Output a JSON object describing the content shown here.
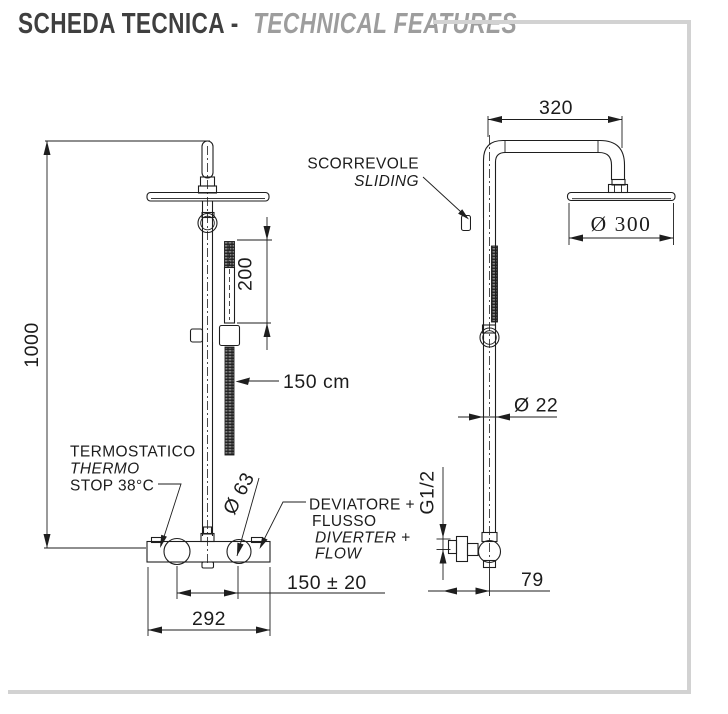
{
  "header": {
    "title_it": "SCHEDA TECNICA -",
    "title_en": "TECHNICAL FEATURES"
  },
  "front_view": {
    "dim_height": "1000",
    "dim_handshower": "200",
    "hose_label": "150 cm",
    "thermo_label_1": "TERMOSTATICO",
    "thermo_label_2": "THERMO",
    "thermo_label_3": "STOP 38°C",
    "knob_diameter": "Ø 63",
    "diverter_label_1": "DEVIATORE +",
    "diverter_label_2": "FLUSSO",
    "diverter_label_3": "DIVERTER +",
    "diverter_label_4": "FLOW",
    "dim_knob_centers": "150 ± 20",
    "dim_body_width": "292"
  },
  "side_view": {
    "dim_arm": "320",
    "sliding_label_1": "SCORREVOLE",
    "sliding_label_2": "SLIDING",
    "head_diameter": "Ø 300",
    "pipe_diameter": "Ø 22",
    "thread_label": "G1/2",
    "dim_wall_distance": "79"
  },
  "colors": {
    "ink": "#1e1e1e",
    "title_dark": "#3f3f3f",
    "title_gray": "#9d9d9d",
    "frame_gray": "#d2d2d2"
  }
}
